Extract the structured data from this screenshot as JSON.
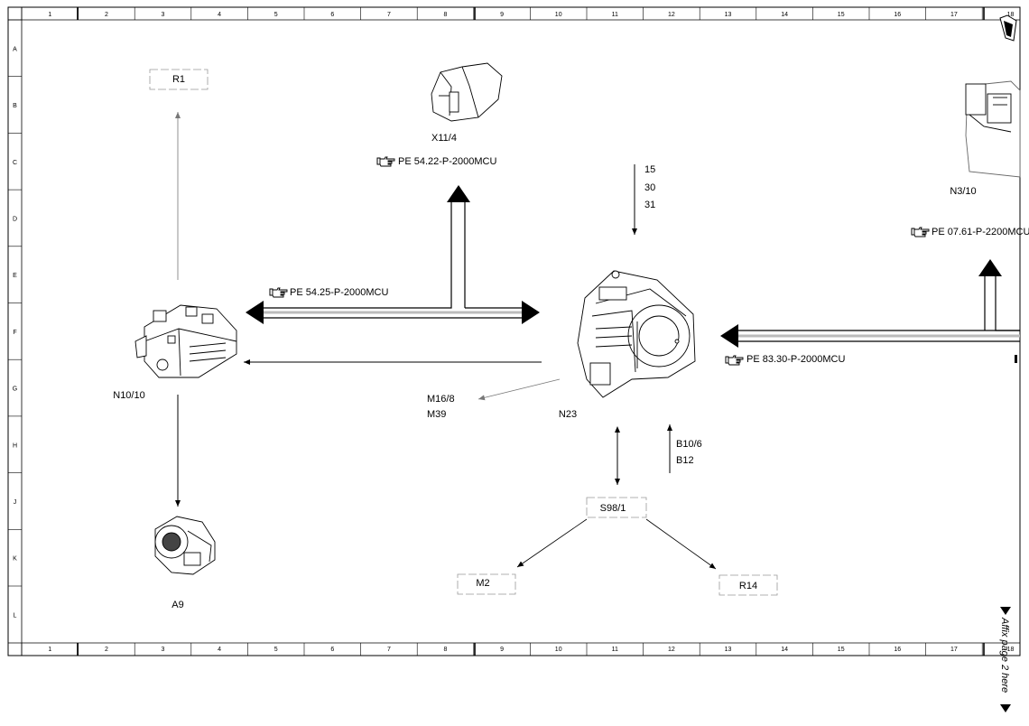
{
  "grid": {
    "columns": [
      "1",
      "2",
      "3",
      "4",
      "5",
      "6",
      "7",
      "8",
      "9",
      "10",
      "11",
      "12",
      "13",
      "14",
      "15",
      "16",
      "17",
      "18"
    ],
    "rows": [
      "A",
      "B",
      "C",
      "D",
      "E",
      "F",
      "G",
      "H",
      "J",
      "K",
      "L"
    ]
  },
  "components": {
    "r1": "R1",
    "x11_4": "X11/4",
    "n3_10": "N3/10",
    "n10_10": "N10/10",
    "n23": "N23",
    "a9": "A9",
    "s98_1": "S98/1",
    "m2": "M2",
    "r14": "R14"
  },
  "refs": {
    "x11_4_ref": "PE 54.22-P-2000MCU",
    "n3_10_ref": "PE 07.61-P-2200MCU",
    "can_ref": "PE 54.25-P-2000MCU",
    "n23_ref": "PE 83.30-P-2000MCU"
  },
  "signals": {
    "terminals": [
      "15",
      "30",
      "31"
    ],
    "actuators": [
      "M16/8",
      "M39"
    ],
    "sensors": [
      "B10/6",
      "B12"
    ]
  },
  "footer": {
    "affix_text": "Affix page 2 here"
  },
  "icons": {
    "ref": "pointing-hand-icon",
    "corner": "page-corner-icon"
  }
}
